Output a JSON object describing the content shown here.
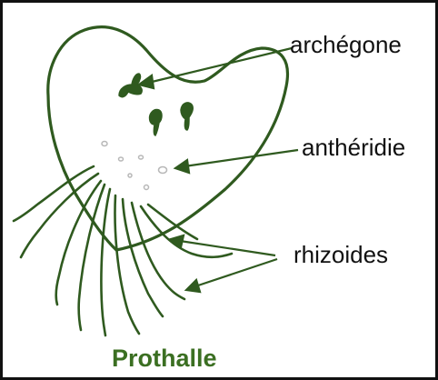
{
  "diagram": {
    "title": "Prothalle",
    "labels": {
      "archegone": "archégone",
      "antheridie": "anthéridie",
      "rhizoides": "rhizoides"
    }
  },
  "colors": {
    "plant_stroke": "#2f5a1f",
    "title_green": "#3b6f22",
    "text": "#111111",
    "border": "#111111",
    "background": "#ffffff",
    "dots": "#b8b8b8"
  }
}
